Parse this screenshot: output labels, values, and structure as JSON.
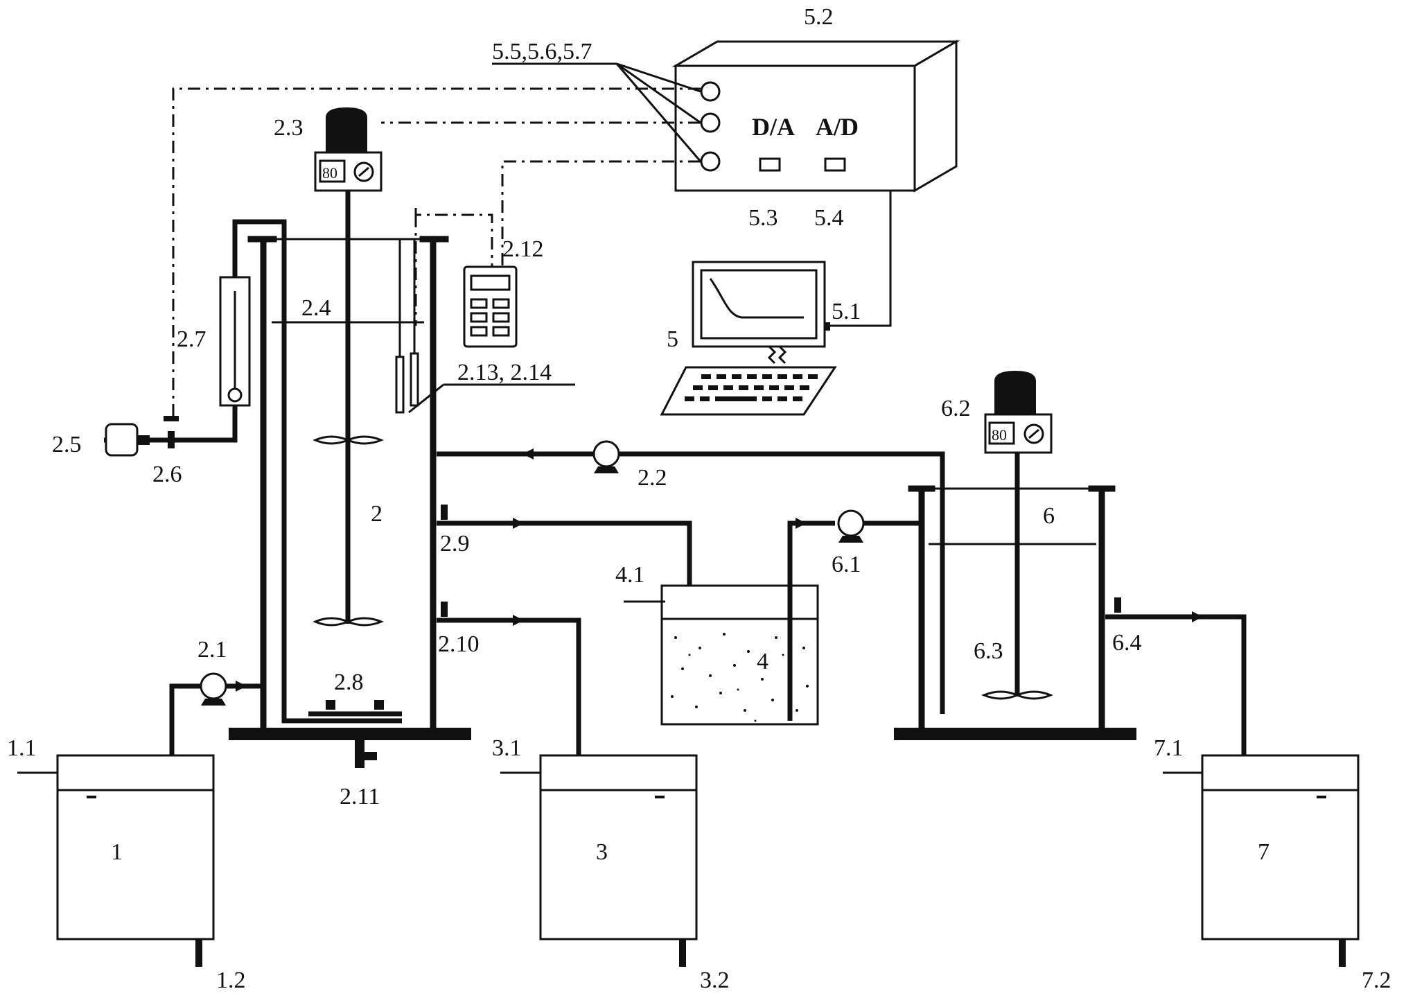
{
  "labels": {
    "l_1": "1",
    "l_1_1": "1.1",
    "l_1_2": "1.2",
    "l_2": "2",
    "l_2_1": "2.1",
    "l_2_2": "2.2",
    "l_2_3": "2.3",
    "l_2_4": "2.4",
    "l_2_5": "2.5",
    "l_2_6": "2.6",
    "l_2_7": "2.7",
    "l_2_8": "2.8",
    "l_2_9": "2.9",
    "l_2_10": "2.10",
    "l_2_11": "2.11",
    "l_2_12": "2.12",
    "l_2_13_14": "2.13, 2.14",
    "l_3": "3",
    "l_3_1": "3.1",
    "l_3_2": "3.2",
    "l_4": "4",
    "l_4_1": "4.1",
    "l_5": "5",
    "l_5_1": "5.1",
    "l_5_2": "5.2",
    "l_5_3": "5.3",
    "l_5_4": "5.4",
    "l_5_5_7": "5.5,5.6,5.7",
    "l_6": "6",
    "l_6_1": "6.1",
    "l_6_2": "6.2",
    "l_6_3": "6.3",
    "l_6_4": "6.4",
    "l_7": "7",
    "l_7_1": "7.1",
    "l_7_2": "7.2"
  },
  "controller": {
    "da": "D/A",
    "ad": "A/D"
  },
  "motor_display": {
    "left": "80",
    "right": "80"
  }
}
